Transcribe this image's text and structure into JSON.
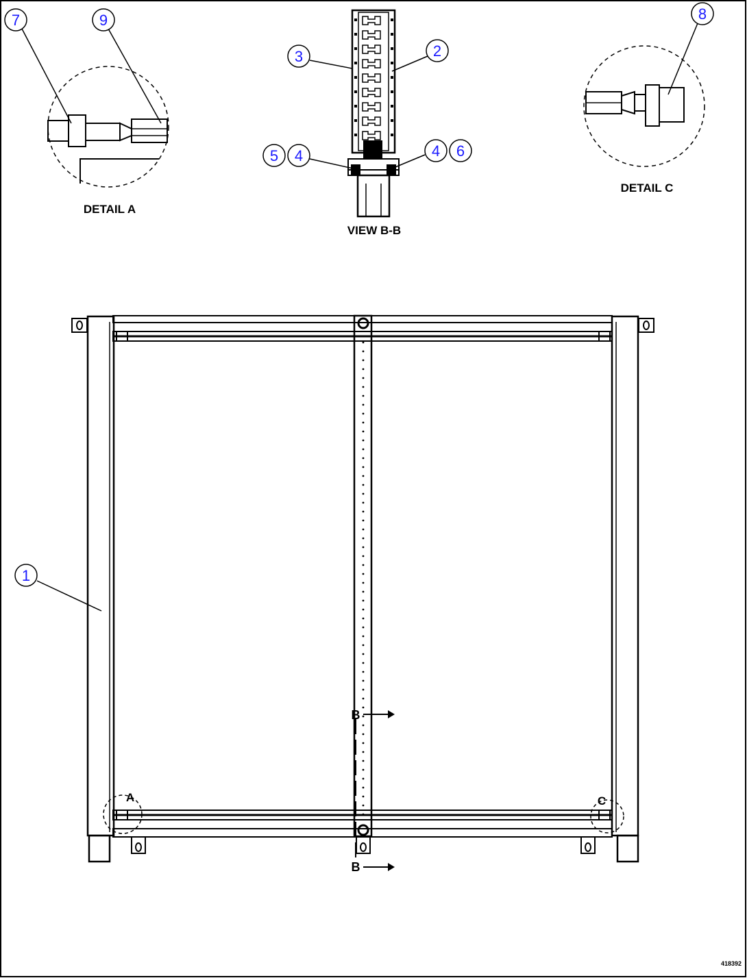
{
  "callouts": {
    "c1": "1",
    "c2": "2",
    "c3": "3",
    "c4a": "4",
    "c5": "5",
    "c4b": "4",
    "c6": "6",
    "c7": "7",
    "c8": "8",
    "c9": "9"
  },
  "labels": {
    "detail_a": "DETAIL A",
    "detail_c": "DETAIL C",
    "view_bb": "VIEW B-B",
    "marker_a": "A",
    "marker_c": "C",
    "section_b_top": "B",
    "section_b_bottom": "B",
    "drawing_number": "418392"
  },
  "colors": {
    "line": "#000000",
    "callout_text": "#1a1aff",
    "background": "#ffffff"
  }
}
